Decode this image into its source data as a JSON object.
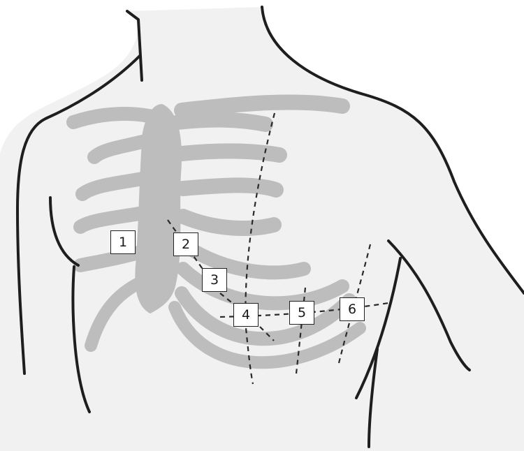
{
  "colors": {
    "skin": "#f1f1f1",
    "bone": "#bdbdbd",
    "outline": "#1e1e1e",
    "guide": "#2a2a2a",
    "box_fill": "#ffffff"
  },
  "leads": [
    {
      "id": "lead-1",
      "label": "1"
    },
    {
      "id": "lead-2",
      "label": "2"
    },
    {
      "id": "lead-3",
      "label": "3"
    },
    {
      "id": "lead-4",
      "label": "4"
    },
    {
      "id": "lead-5",
      "label": "5"
    },
    {
      "id": "lead-6",
      "label": "6"
    }
  ]
}
